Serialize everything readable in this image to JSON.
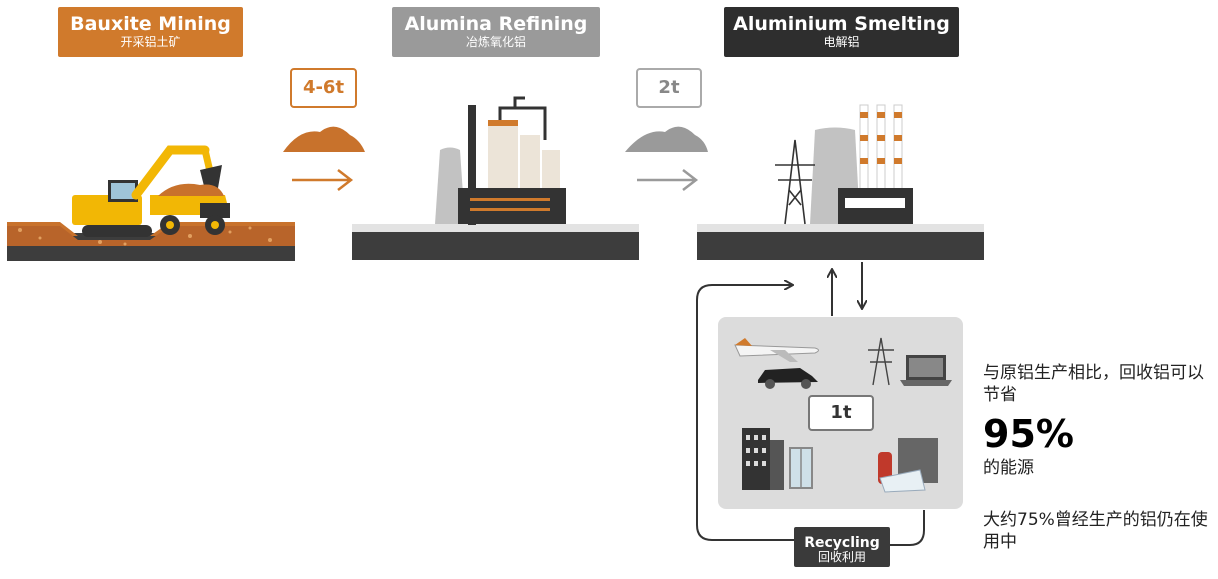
{
  "stages": [
    {
      "en": "Bauxite Mining",
      "zh": "开采铝土矿",
      "color": "#d07a2c"
    },
    {
      "en": "Alumina Refining",
      "zh": "冶炼氧化铝",
      "color": "#9a9a9a"
    },
    {
      "en": "Aluminium Smelting",
      "zh": "电解铝",
      "color": "#2e2e2e"
    }
  ],
  "quantities": {
    "bauxite": "4-6t",
    "alumina": "2t",
    "recycled": "1t"
  },
  "recycling": {
    "en": "Recycling",
    "zh": "回收利用"
  },
  "savings": {
    "intro": "与原铝生产相比，回收铝可以节省",
    "percent": "95%",
    "suffix": "的能源"
  },
  "still_in_use": "大约75%曾经生产的铝仍在使用中",
  "colors": {
    "orange": "#d07a2c",
    "grey": "#9a9a9a",
    "dark": "#2e2e2e",
    "panel": "#dcdcdc"
  }
}
